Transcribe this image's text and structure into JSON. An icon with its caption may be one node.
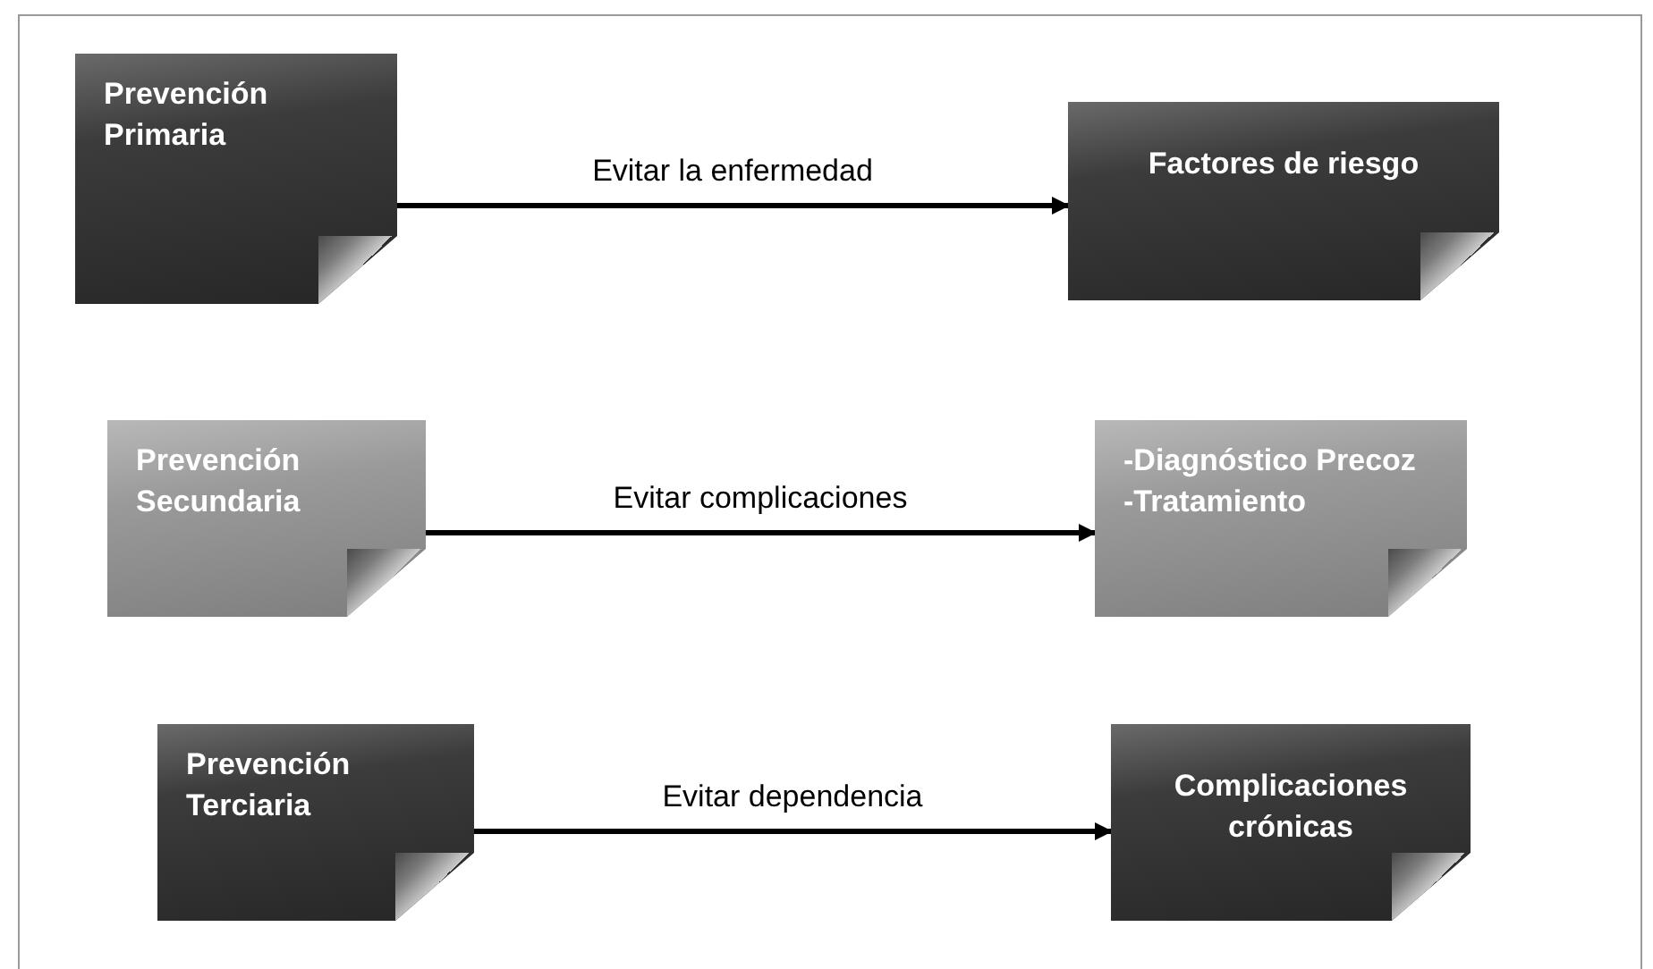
{
  "diagram": {
    "nodes": [
      {
        "text": [
          "Prevención Primaria"
        ]
      },
      {
        "text": [
          "Factores de riesgo"
        ]
      },
      {
        "text": [
          "Prevención Secundaria"
        ]
      },
      {
        "text": [
          "-Diagnóstico Precoz",
          "-Tratamiento"
        ]
      },
      {
        "text": [
          "Prevención Terciaria"
        ]
      },
      {
        "text": [
          "Complicaciones crónicas"
        ]
      }
    ],
    "edges": [
      {
        "from": 0,
        "to": 1,
        "arrow": "to",
        "label": "Evitar la enfermedad"
      },
      {
        "from": 2,
        "to": 3,
        "arrow": "to",
        "label": "Evitar complicaciones"
      },
      {
        "from": 4,
        "to": 5,
        "arrow": "to",
        "label": "Evitar dependencia"
      }
    ]
  }
}
